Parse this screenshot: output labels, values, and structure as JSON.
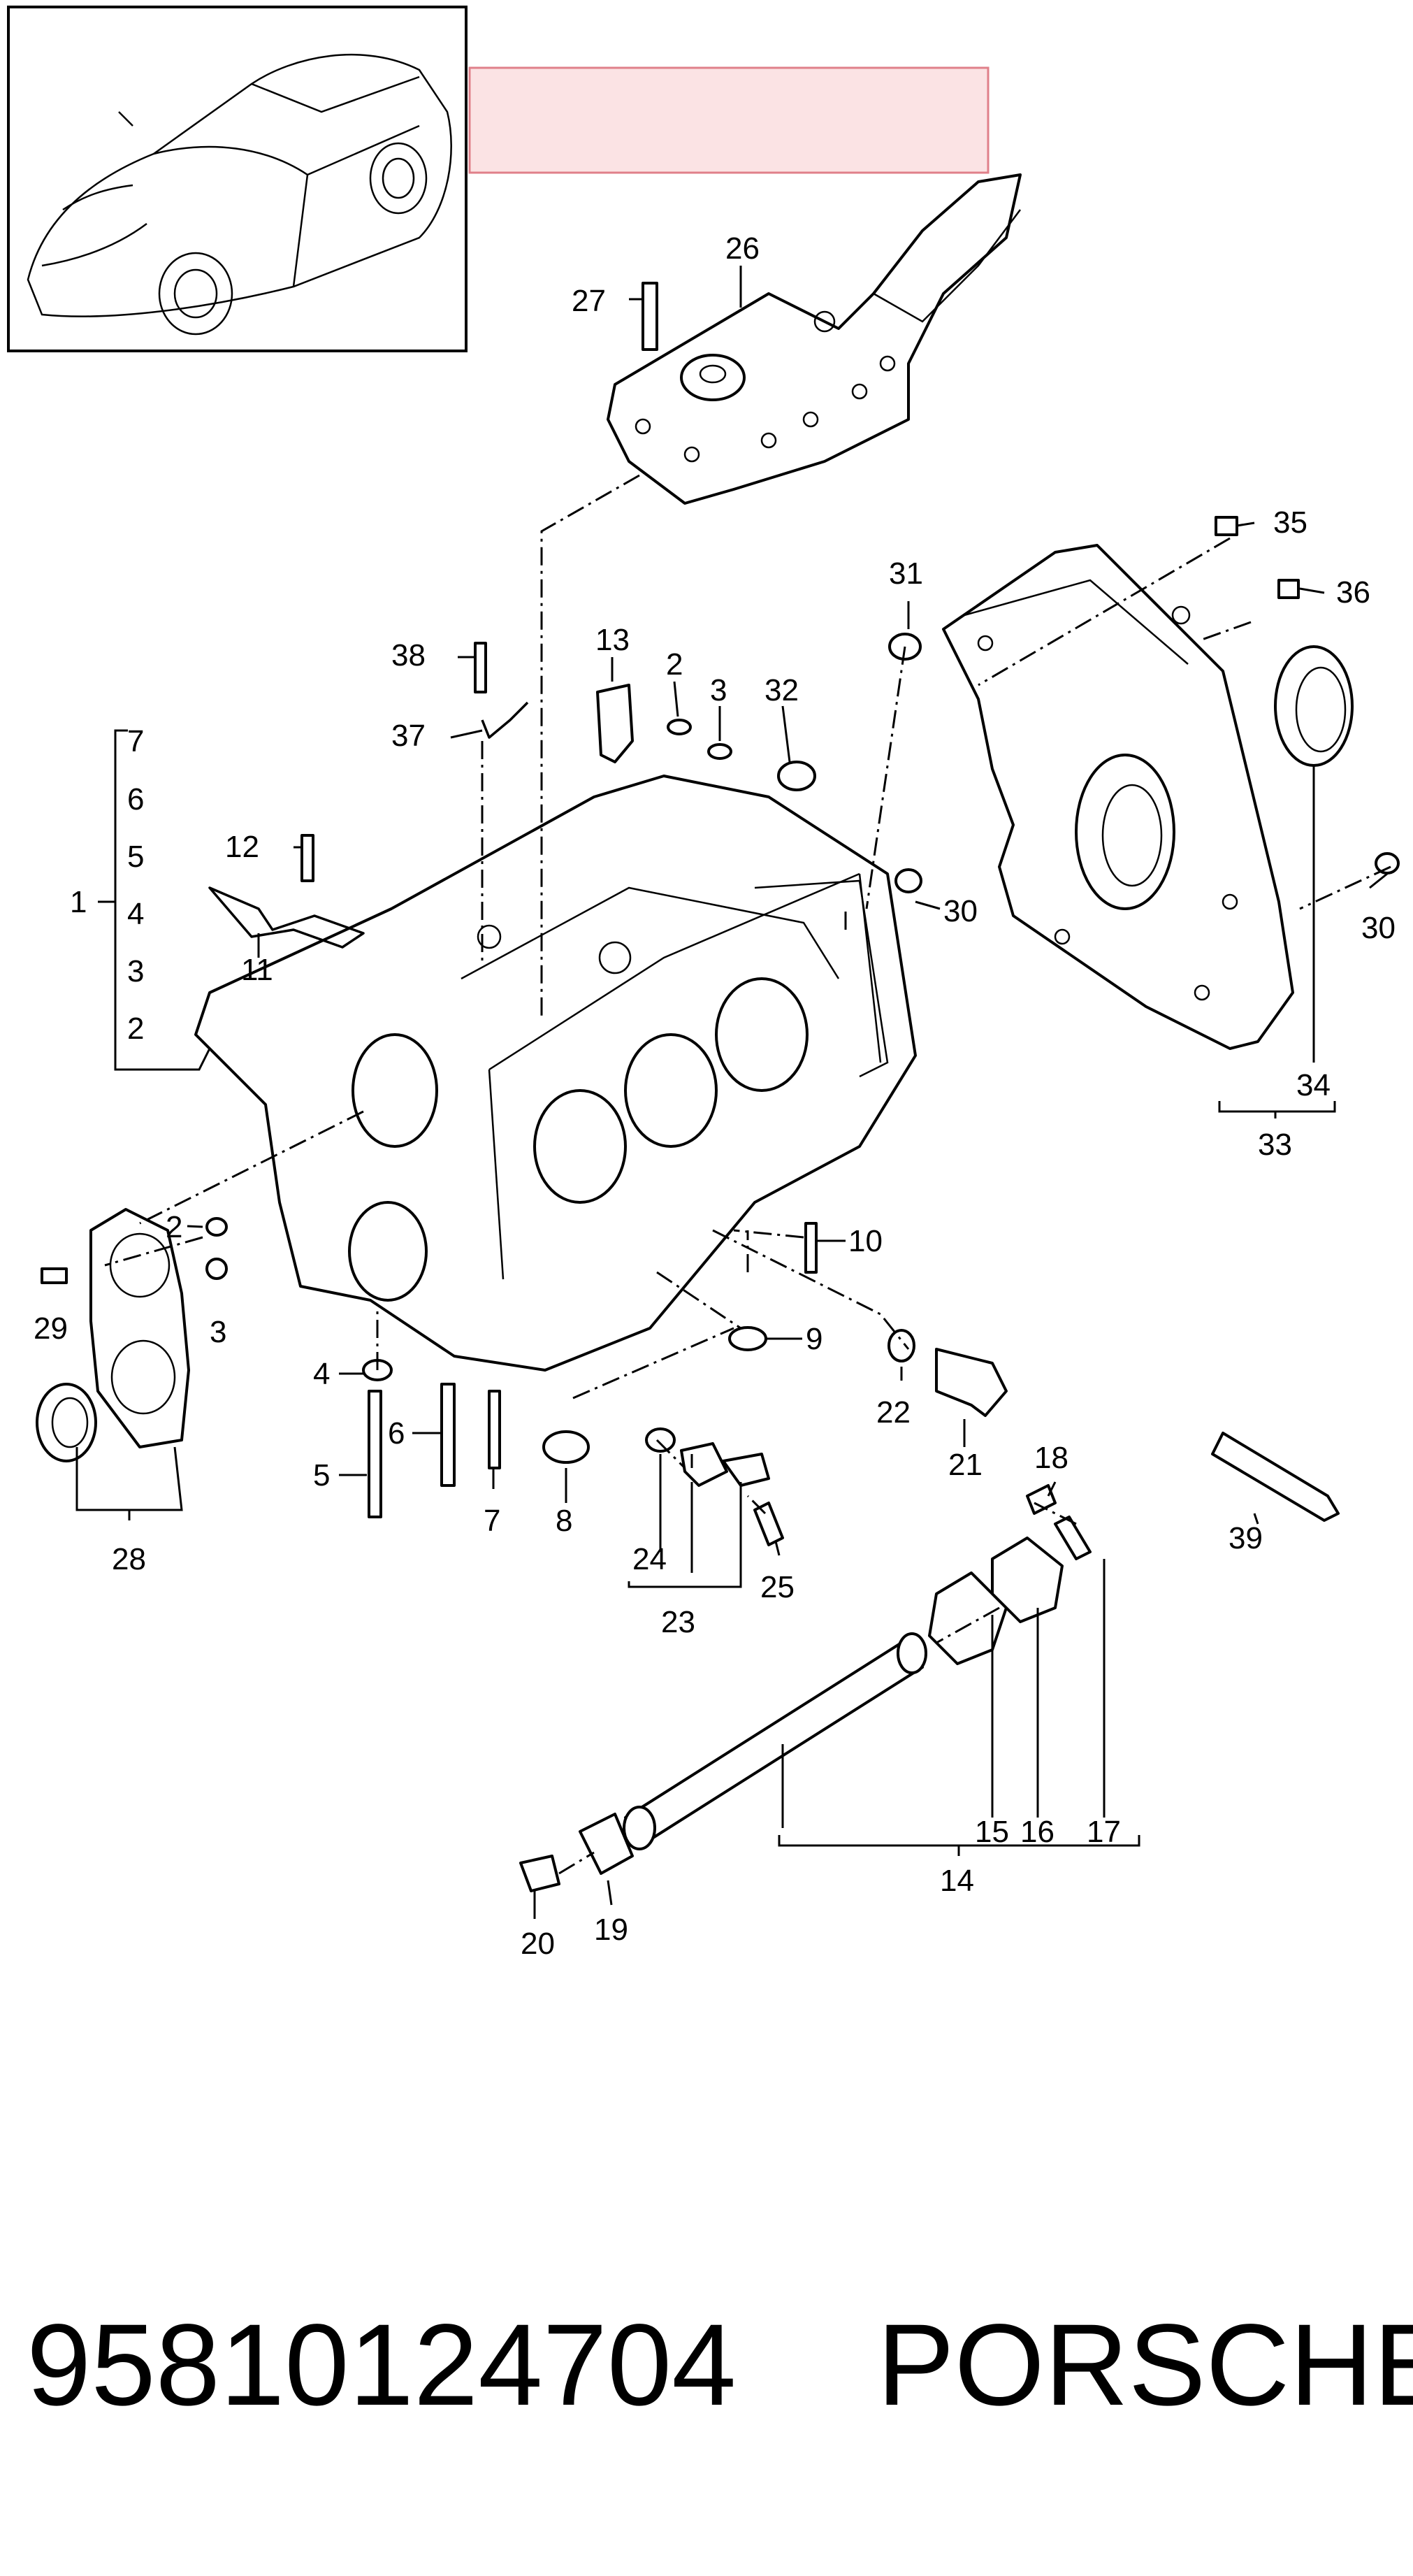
{
  "footer": {
    "part_number": "95810124704",
    "brand": "PORSCHE"
  },
  "callouts": {
    "c1": "1",
    "c2a": "2",
    "c2b": "2",
    "c2c": "2",
    "c3a": "3",
    "c3b": "3",
    "c3c": "3",
    "c4a": "4",
    "c4b": "4",
    "c5a": "5",
    "c5b": "5",
    "c6a": "6",
    "c6b": "6",
    "c7a": "7",
    "c7b": "7",
    "c8": "8",
    "c9": "9",
    "c10": "10",
    "c11": "11",
    "c12": "12",
    "c13": "13",
    "c14": "14",
    "c15": "15",
    "c16": "16",
    "c17": "17",
    "c18": "18",
    "c19": "19",
    "c20": "20",
    "c21": "21",
    "c22": "22",
    "c23": "23",
    "c24": "24",
    "c25": "25",
    "c26": "26",
    "c27": "27",
    "c28": "28",
    "c29": "29",
    "c30a": "30",
    "c30b": "30",
    "c31": "31",
    "c32": "32",
    "c33": "33",
    "c34": "34",
    "c35": "35",
    "c36": "36",
    "c37": "37",
    "c38": "38",
    "c39": "39"
  },
  "colors": {
    "highlight_fill": "#fbe3e4",
    "highlight_stroke": "#e0808a",
    "line": "#000000"
  }
}
